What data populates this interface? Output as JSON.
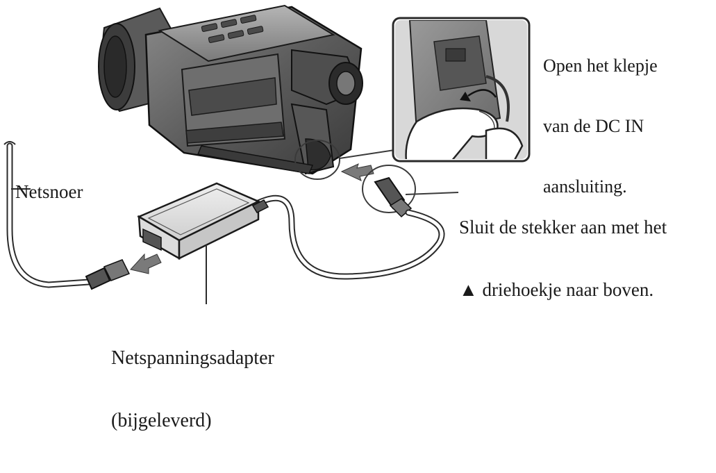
{
  "labels": {
    "open_line1": "Open het klepje",
    "open_line2": "van de DC IN",
    "open_line3": "aansluiting.",
    "sluit_line1": "Sluit de stekker aan met het",
    "sluit_line2": "▲ driehoekje naar boven.",
    "netsnoer": "Netsnoer",
    "adapter_line1": "Netspanningsadapter",
    "adapter_line2": "(bijgeleverd)"
  },
  "icons": {
    "camcorder": "camcorder-icon",
    "inset": "dc-in-cover-detail",
    "adapter": "ac-adapter-icon",
    "plug": "dc-plug-icon",
    "arrow": "insert-arrow-icon"
  }
}
